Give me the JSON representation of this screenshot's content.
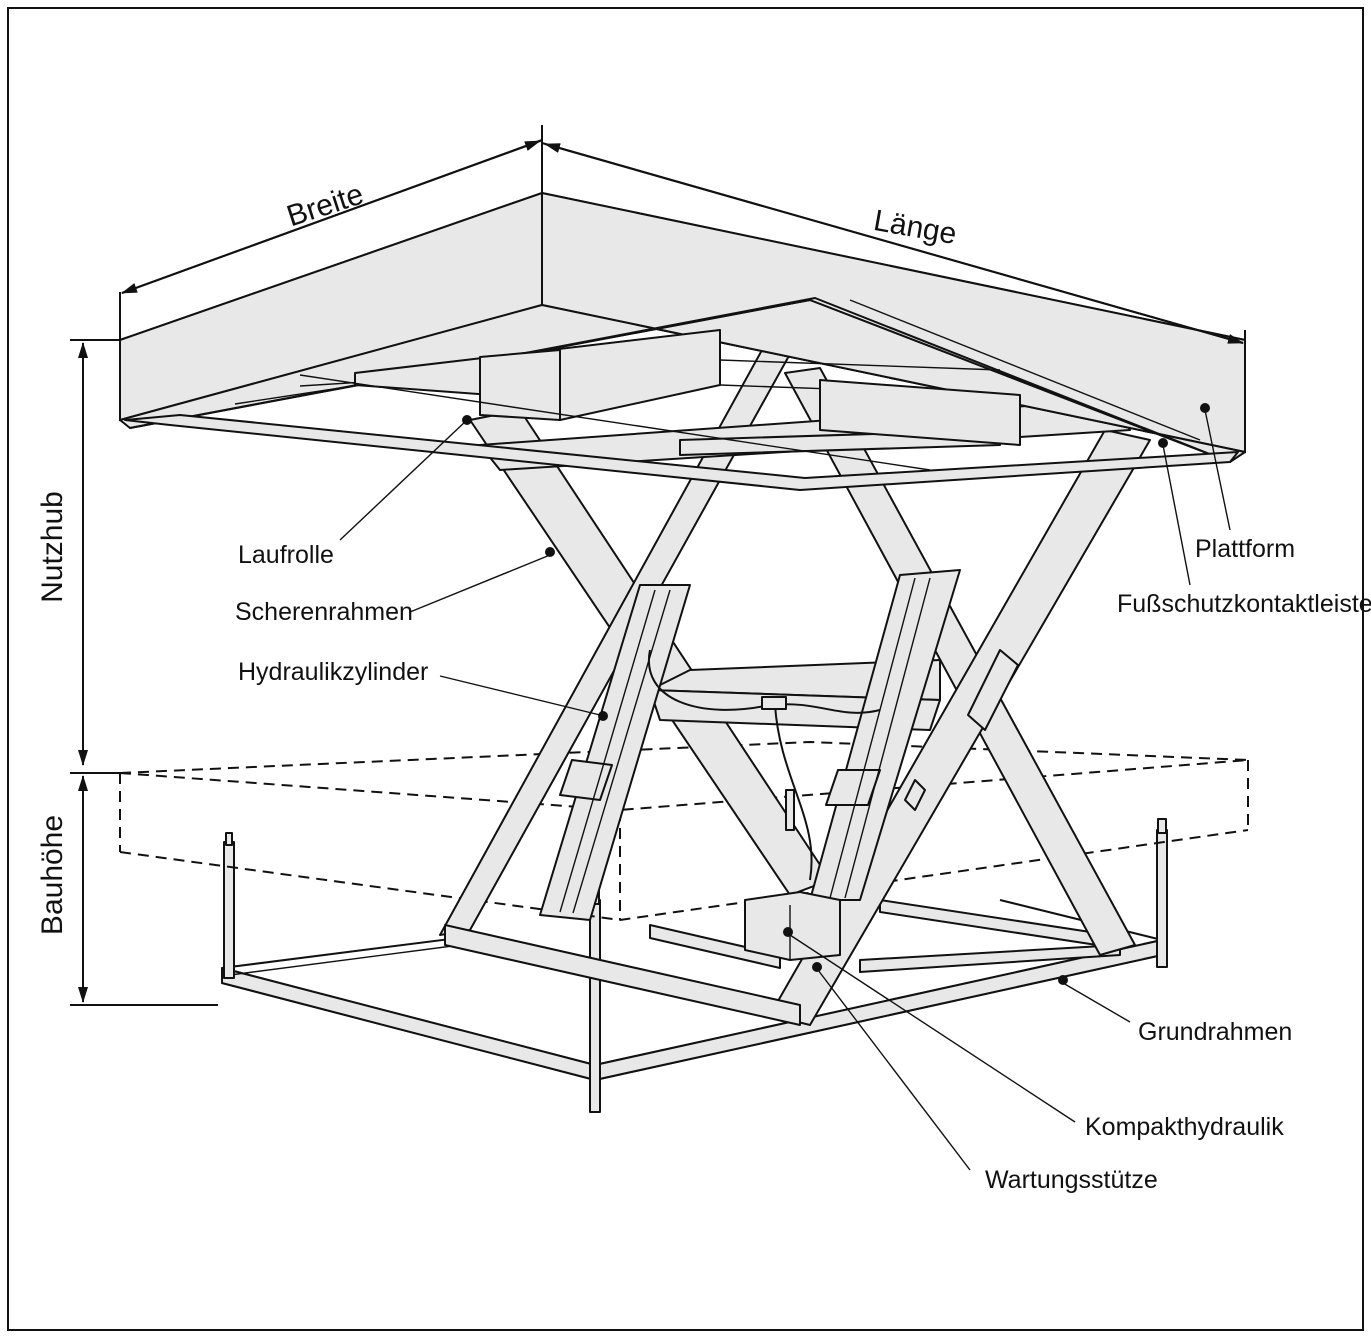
{
  "dimensions": {
    "width": "Breite",
    "length": "Länge",
    "useful_stroke": "Nutzhub",
    "construction_height": "Bauhöhe"
  },
  "components": {
    "roller": "Laufrolle",
    "scissor_frame": "Scherenrahmen",
    "hydraulic_cylinder": "Hydraulikzylinder",
    "platform": "Plattform",
    "toe_guard_contact_strip": "Fußschutzkontaktleiste",
    "base_frame": "Grundrahmen",
    "compact_hydraulics": "Kompakthydraulik",
    "maintenance_support": "Wartungsstütze"
  },
  "colors": {
    "line": "#111111",
    "fill": "#e8e8e8",
    "background": "#ffffff"
  }
}
